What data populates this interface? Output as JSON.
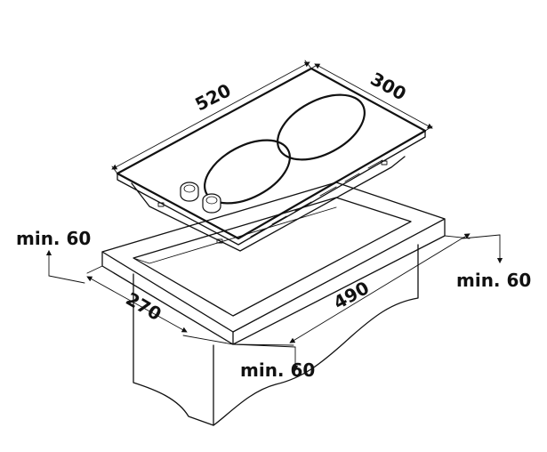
{
  "labels": {
    "hob_width": "520",
    "hob_depth": "300",
    "cutout_width": "490",
    "cutout_depth": "270",
    "clearance_left": "min. 60",
    "clearance_right": "min. 60",
    "clearance_front": "min. 60"
  }
}
